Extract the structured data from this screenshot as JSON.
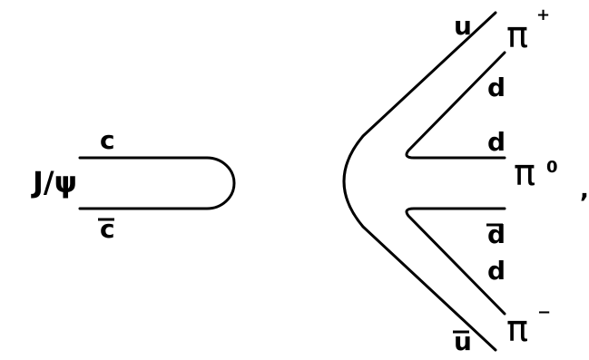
{
  "left_diagram": {
    "meson": "J/ψ",
    "quark_top": "c",
    "quark_bottom": "c"
  },
  "right_diagram": {
    "outer_top_quark": "u",
    "outer_bottom_quark": "u",
    "upper_inner_quark_1": "d",
    "upper_inner_quark_2": "d",
    "lower_inner_quark_1": "d",
    "lower_inner_quark_2": "d",
    "pion_plus": "π",
    "pion_plus_charge": "+",
    "pion_zero": "π",
    "pion_zero_charge": "0",
    "pion_minus": "π",
    "pion_minus_charge": "−",
    "trailing_punctuation": ","
  }
}
